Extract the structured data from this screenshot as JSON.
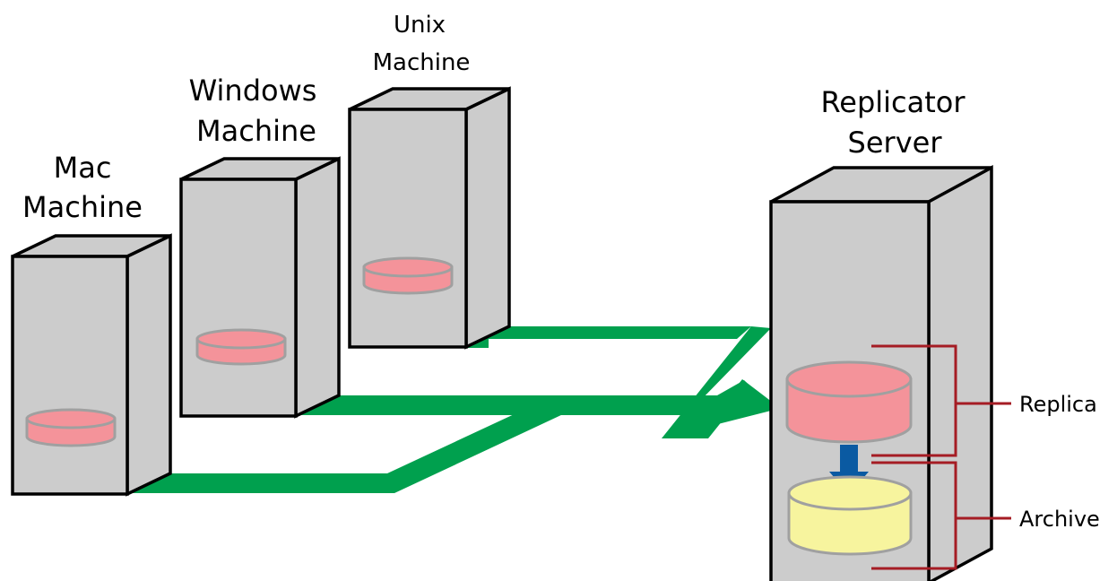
{
  "machines": [
    {
      "id": "mac",
      "label_lines": [
        "Mac",
        "Machine"
      ]
    },
    {
      "id": "windows",
      "label_lines": [
        "Windows",
        "Machine"
      ]
    },
    {
      "id": "unix",
      "label_lines": [
        "Unix",
        "Machine"
      ]
    }
  ],
  "server": {
    "label_lines": [
      "Replicator",
      "Server"
    ]
  },
  "brackets": {
    "replica": "Replica",
    "archive": "Archive"
  },
  "colors": {
    "box_face": "#cccccc",
    "disk_pink": "#f4939a",
    "disk_yellow": "#f7f49e",
    "disk_edge": "#a0a0a0",
    "path_green": "#00a04e",
    "arrow_blue": "#0a5aa2",
    "bracket_red": "#a51c24"
  }
}
